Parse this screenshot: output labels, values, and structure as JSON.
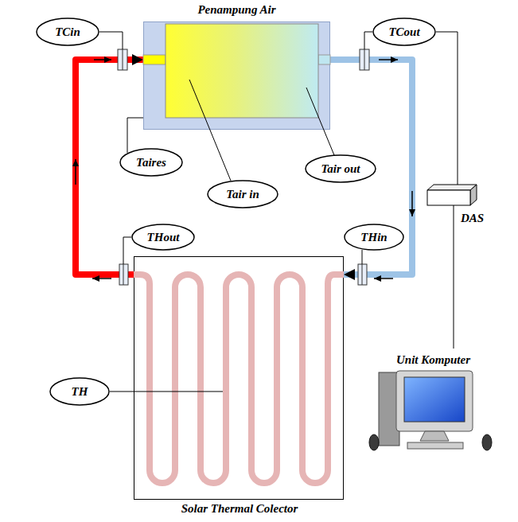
{
  "diagram": {
    "nodes": [
      {
        "text": [
          "TCin"
        ]
      },
      {
        "text": [
          "Penampung Air"
        ]
      },
      {
        "text": [
          "TCout"
        ]
      },
      {
        "text": [
          "Taires"
        ]
      },
      {
        "text": [
          "Tair in"
        ]
      },
      {
        "text": [
          "Tair out"
        ]
      },
      {
        "text": [
          "THout"
        ]
      },
      {
        "text": [
          "THin"
        ]
      },
      {
        "text": [
          "DAS"
        ]
      },
      {
        "text": [
          "TH"
        ]
      },
      {
        "text": [
          "Unit Komputer"
        ]
      },
      {
        "text": [
          "Solar Thermal Colector"
        ]
      }
    ],
    "edges": [
      {
        "from": 11,
        "to": 1,
        "arrow": "to"
      },
      {
        "from": 1,
        "to": 11,
        "arrow": "to"
      },
      {
        "from": 2,
        "to": 8,
        "arrow": "none"
      },
      {
        "from": 8,
        "to": 10,
        "arrow": "none"
      }
    ]
  }
}
